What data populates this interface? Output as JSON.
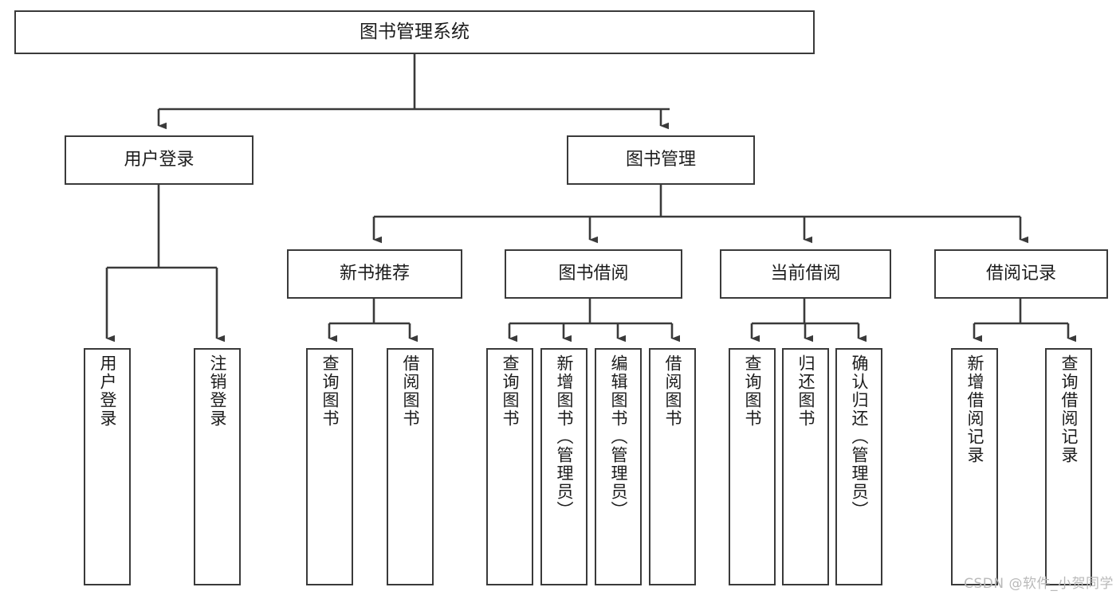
{
  "diagram": {
    "title": "图书管理系统",
    "type": "tree",
    "watermark": "CSDN @软件_小贺同学",
    "colors": {
      "box_border": "#3a3a3a",
      "box_fill": "#ffffff",
      "edge": "#3a3a3a",
      "text": "#1c1c1c",
      "watermark": "#b9b9b9",
      "canvas": "#ffffff"
    },
    "nodes": {
      "root": {
        "label": "图书管理系统",
        "level": 0
      },
      "user_login": {
        "label": "用户登录",
        "level": 1
      },
      "book_manage": {
        "label": "图书管理",
        "level": 1
      },
      "new_book_rec": {
        "label": "新书推荐",
        "level": 2
      },
      "book_borrow": {
        "label": "图书借阅",
        "level": 2
      },
      "current_borrow": {
        "label": "当前借阅",
        "level": 2
      },
      "borrow_record": {
        "label": "借阅记录",
        "level": 2
      },
      "leaf_user_login": {
        "label": "用户登录",
        "level": 3
      },
      "leaf_logout": {
        "label": "注销登录",
        "level": 3
      },
      "leaf_query_book_1": {
        "label": "查询图书",
        "level": 3
      },
      "leaf_borrow_book_1": {
        "label": "借阅图书",
        "level": 3
      },
      "leaf_query_book_2": {
        "label": "查询图书",
        "level": 3
      },
      "leaf_add_book": {
        "label": "新增图书（管理员）",
        "level": 3
      },
      "leaf_edit_book": {
        "label": "编辑图书（管理员）",
        "level": 3
      },
      "leaf_borrow_book_2": {
        "label": "借阅图书",
        "level": 3
      },
      "leaf_query_book_3": {
        "label": "查询图书",
        "level": 3
      },
      "leaf_return_book": {
        "label": "归还图书",
        "level": 3
      },
      "leaf_confirm_return": {
        "label": "确认归还（管理员）",
        "level": 3
      },
      "leaf_add_record": {
        "label": "新增借阅记录",
        "level": 3
      },
      "leaf_query_record": {
        "label": "查询借阅记录",
        "level": 3
      }
    },
    "edges": [
      {
        "from": "root",
        "to": "user_login"
      },
      {
        "from": "root",
        "to": "book_manage"
      },
      {
        "from": "book_manage",
        "to": "new_book_rec"
      },
      {
        "from": "book_manage",
        "to": "book_borrow"
      },
      {
        "from": "book_manage",
        "to": "current_borrow"
      },
      {
        "from": "book_manage",
        "to": "borrow_record"
      },
      {
        "from": "user_login",
        "to": "leaf_user_login"
      },
      {
        "from": "user_login",
        "to": "leaf_logout"
      },
      {
        "from": "new_book_rec",
        "to": "leaf_query_book_1"
      },
      {
        "from": "new_book_rec",
        "to": "leaf_borrow_book_1"
      },
      {
        "from": "book_borrow",
        "to": "leaf_query_book_2"
      },
      {
        "from": "book_borrow",
        "to": "leaf_add_book"
      },
      {
        "from": "book_borrow",
        "to": "leaf_edit_book"
      },
      {
        "from": "book_borrow",
        "to": "leaf_borrow_book_2"
      },
      {
        "from": "current_borrow",
        "to": "leaf_query_book_3"
      },
      {
        "from": "current_borrow",
        "to": "leaf_return_book"
      },
      {
        "from": "current_borrow",
        "to": "leaf_confirm_return"
      },
      {
        "from": "borrow_record",
        "to": "leaf_add_record"
      },
      {
        "from": "borrow_record",
        "to": "leaf_query_record"
      }
    ]
  }
}
